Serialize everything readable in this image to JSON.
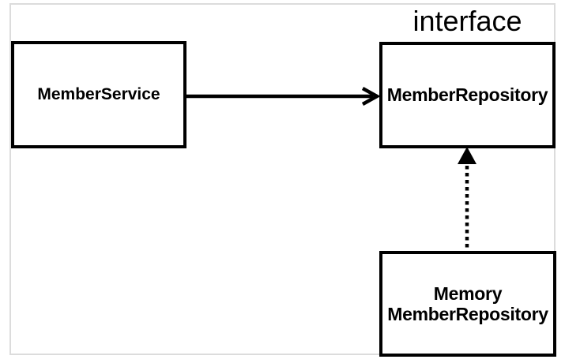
{
  "diagram": {
    "interface_label": "interface",
    "nodes": {
      "member_service": {
        "label": "MemberService"
      },
      "member_repository": {
        "label": "MemberRepository",
        "stereotype": "interface"
      },
      "memory_member_repository": {
        "label_line1": "Memory",
        "label_line2": "MemberRepository"
      }
    },
    "relations": [
      {
        "from": "MemberService",
        "to": "MemberRepository",
        "style": "solid-open-arrow",
        "meaning": "depends-on"
      },
      {
        "from": "MemoryMemberRepository",
        "to": "MemberRepository",
        "style": "dotted-filled-triangle-arrow",
        "meaning": "implements"
      }
    ],
    "colors": {
      "stroke": "#000000",
      "frame_border": "#dcdcdc",
      "background": "#ffffff",
      "text": "#000000"
    }
  }
}
